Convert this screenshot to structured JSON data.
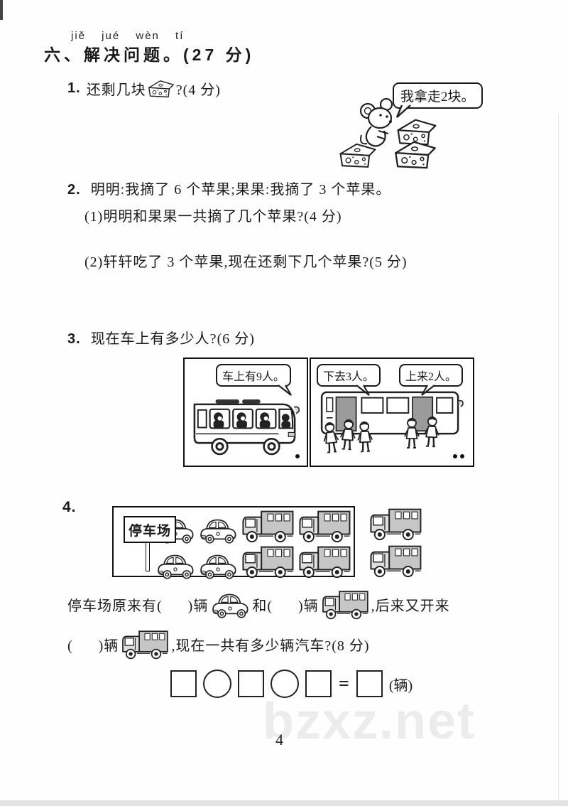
{
  "page": {
    "number": "4",
    "watermark": "bzxz.net",
    "ink_color": "#1b1b1b",
    "watermark_color": "#ececec"
  },
  "header": {
    "pinyin": "jiě jué wèn tí",
    "title": "六、解决问题。(27 分)"
  },
  "q1": {
    "num": "1.",
    "before": "还剩几块",
    "after": "?(4 分)",
    "icon": "cheese-icon",
    "mouse_bubble": "我拿走2块。"
  },
  "q2": {
    "num": "2.",
    "intro": "明明:我摘了 6 个苹果;果果:我摘了 3 个苹果。",
    "sub1": "(1)明明和果果一共摘了几个苹果?(4 分)",
    "sub2": "(2)轩轩吃了 3 个苹果,现在还剩下几个苹果?(5 分)"
  },
  "q3": {
    "num": "3.",
    "text": "现在车上有多少人?(6 分)",
    "panel1_bubble": "车上有9人。",
    "panel2_bubble_left": "下去3人。",
    "panel2_bubble_right": "上来2人。"
  },
  "q4": {
    "num": "4.",
    "sign": "停车场",
    "lot_rows": [
      [
        "car",
        "car",
        "truck",
        "truck"
      ],
      [
        "car",
        "car",
        "truck",
        "truck"
      ]
    ],
    "arriving": [
      "truck",
      "truck"
    ],
    "line1_a": "停车场原来有(      )辆",
    "line1_b": "和(      )辆",
    "line1_c": ",后来又开来",
    "line2_a": "(      )辆",
    "line2_b": ",现在一共有多少辆汽车?(8 分)",
    "equation": {
      "shapes": [
        "square",
        "circle",
        "square",
        "circle",
        "square"
      ],
      "equals": "=",
      "unit": "(辆)"
    }
  }
}
